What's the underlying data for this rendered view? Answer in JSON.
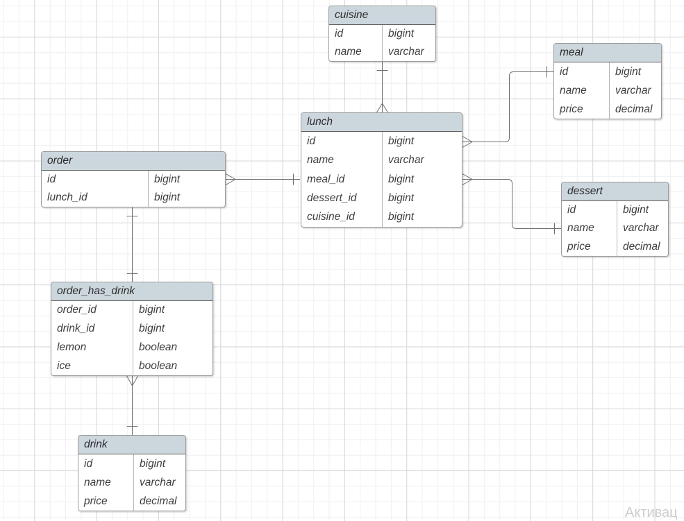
{
  "diagram": {
    "type": "entity-relationship",
    "tables": [
      {
        "name": "cuisine",
        "columns": [
          {
            "field": "id",
            "type": "bigint"
          },
          {
            "field": "name",
            "type": "varchar"
          }
        ]
      },
      {
        "name": "meal",
        "columns": [
          {
            "field": "id",
            "type": "bigint"
          },
          {
            "field": "name",
            "type": "varchar"
          },
          {
            "field": "price",
            "type": "decimal"
          }
        ]
      },
      {
        "name": "lunch",
        "columns": [
          {
            "field": "id",
            "type": "bigint"
          },
          {
            "field": "name",
            "type": "varchar"
          },
          {
            "field": "meal_id",
            "type": "bigint"
          },
          {
            "field": "dessert_id",
            "type": "bigint"
          },
          {
            "field": "cuisine_id",
            "type": "bigint"
          }
        ]
      },
      {
        "name": "order",
        "columns": [
          {
            "field": "id",
            "type": "bigint"
          },
          {
            "field": "lunch_id",
            "type": "bigint"
          }
        ]
      },
      {
        "name": "dessert",
        "columns": [
          {
            "field": "id",
            "type": "bigint"
          },
          {
            "field": "name",
            "type": "varchar"
          },
          {
            "field": "price",
            "type": "decimal"
          }
        ]
      },
      {
        "name": "order_has_drink",
        "columns": [
          {
            "field": "order_id",
            "type": "bigint"
          },
          {
            "field": "drink_id",
            "type": "bigint"
          },
          {
            "field": "lemon",
            "type": "boolean"
          },
          {
            "field": "ice",
            "type": "boolean"
          }
        ]
      },
      {
        "name": "drink",
        "columns": [
          {
            "field": "id",
            "type": "bigint"
          },
          {
            "field": "name",
            "type": "varchar"
          },
          {
            "field": "price",
            "type": "decimal"
          }
        ]
      }
    ],
    "relationships": [
      {
        "from": "cuisine",
        "to": "lunch",
        "from_marker": "one-tick",
        "to_marker": "crows-foot"
      },
      {
        "from": "lunch",
        "to": "meal",
        "from_marker": "crows-foot",
        "to_marker": "one-tick"
      },
      {
        "from": "lunch",
        "to": "dessert",
        "from_marker": "crows-foot",
        "to_marker": "one-tick"
      },
      {
        "from": "order",
        "to": "lunch",
        "from_marker": "crows-foot",
        "to_marker": "one-tick"
      },
      {
        "from": "order",
        "to": "order_has_drink",
        "from_marker": "one-tick",
        "to_marker": "one-tick"
      },
      {
        "from": "order_has_drink",
        "to": "drink",
        "from_marker": "crows-foot",
        "to_marker": "one-tick"
      }
    ]
  },
  "colors": {
    "header_fill": "#ccd6dd",
    "table_border": "#9b9b9b",
    "column_divider": "#b5b5b5",
    "connector": "#6e6e6e",
    "text": "#3d3d3d",
    "grid_minor": "#f0f0f4",
    "grid_major": "#d7d7dd",
    "watermark": "#cdcdcd"
  },
  "watermark": {
    "text": "Активац"
  }
}
